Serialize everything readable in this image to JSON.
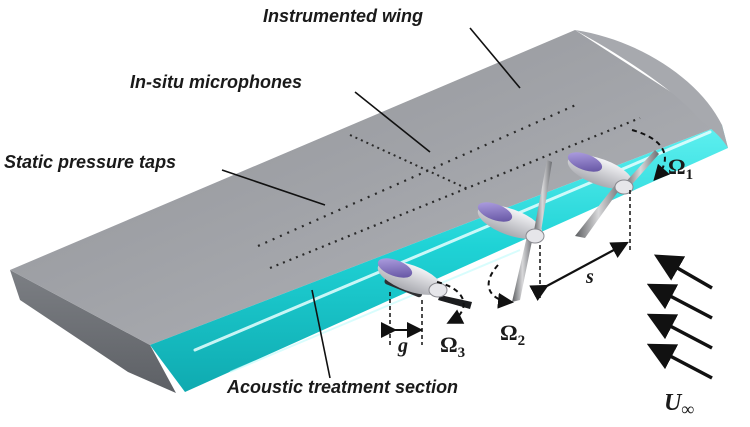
{
  "labels": {
    "instrumented_wing": "Instrumented wing",
    "in_situ_microphones": "In-situ microphones",
    "static_pressure_taps": "Static pressure taps",
    "acoustic_treatment_section": "Acoustic treatment section"
  },
  "symbols": {
    "omega1": "Ω",
    "omega1_sub": "1",
    "omega2": "Ω",
    "omega2_sub": "2",
    "omega3": "Ω",
    "omega3_sub": "3",
    "spacing": "s",
    "gap": "g",
    "freestream": "U",
    "freestream_sub": "∞"
  },
  "colors": {
    "wing_top": "#9a9ca1",
    "wing_side": "#6e7176",
    "leading_edge": "#21d6d6",
    "nacelle": "#d9d9dd",
    "nacelle_cap": "#7b68b8"
  }
}
